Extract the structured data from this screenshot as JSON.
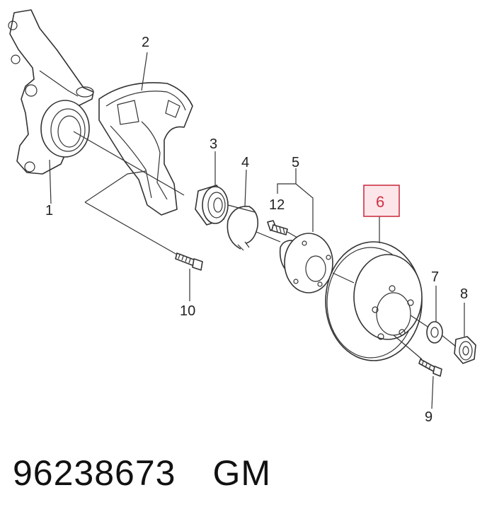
{
  "callouts": {
    "p1": "1",
    "p2": "2",
    "p3": "3",
    "p4": "4",
    "p5": "5",
    "p6": "6",
    "p7": "7",
    "p8": "8",
    "p9": "9",
    "p10": "10",
    "p12": "12"
  },
  "highlight_color": "#cc3344",
  "highlight_fill": "#fde6ea",
  "footer": {
    "part_number": "96238673",
    "brand": "GM"
  }
}
